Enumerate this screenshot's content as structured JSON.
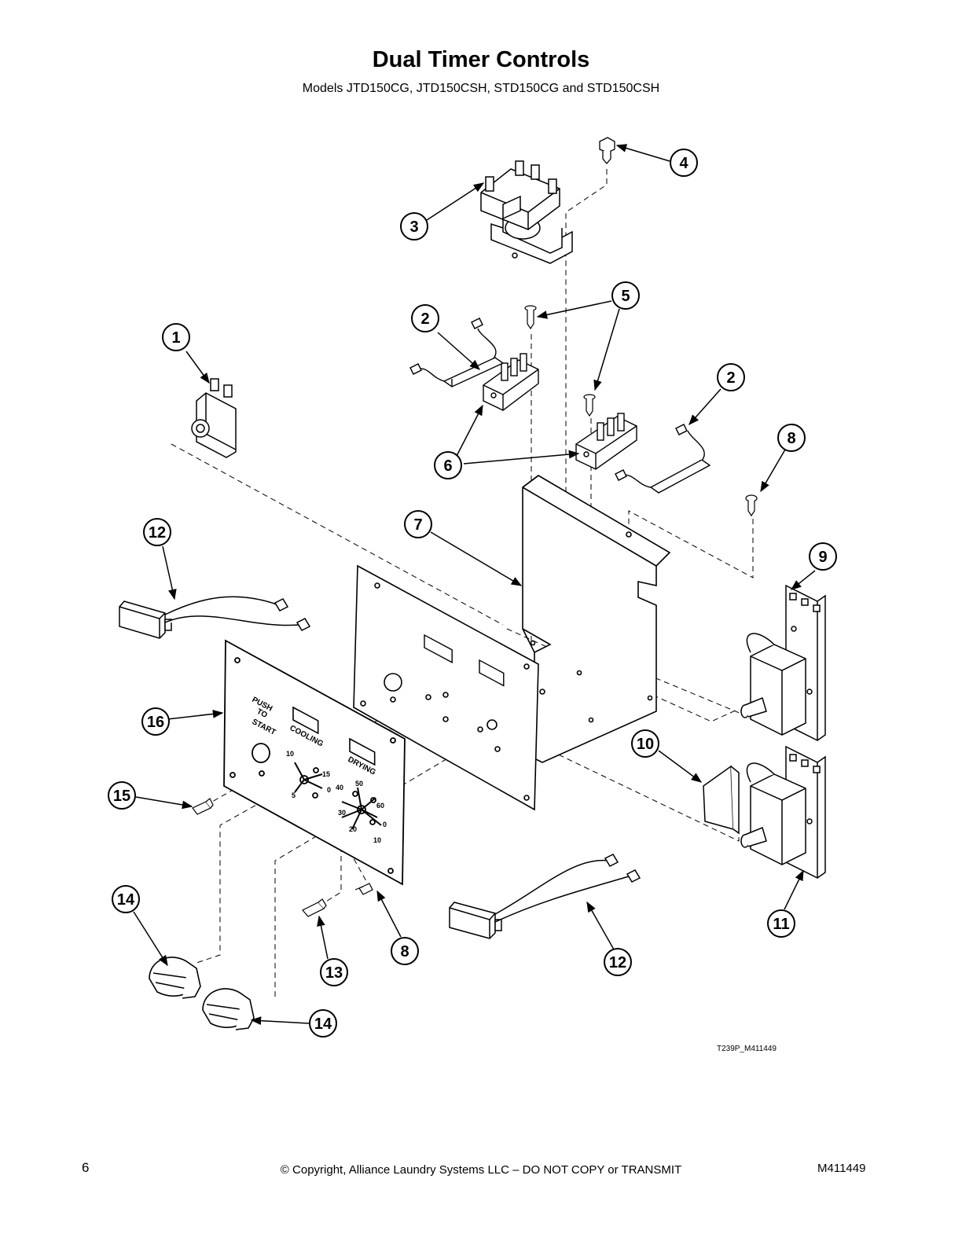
{
  "header": {
    "title": "Dual Timer Controls",
    "subtitle": "Models JTD150CG, JTD150CSH, STD150CG and STD150CSH"
  },
  "diagram": {
    "figure_code": "T239P_M411449",
    "panel_labels": {
      "push": "PUSH",
      "to": "TO",
      "start": "START",
      "cooling": "COOLING",
      "drying": "DRYING"
    },
    "cooling_dial_marks": [
      "10",
      "15",
      "5",
      "0"
    ],
    "drying_dial_marks": [
      "50",
      "60",
      "40",
      "30",
      "20",
      "10",
      "0"
    ],
    "callouts": [
      "1",
      "2",
      "3",
      "4",
      "5",
      "6",
      "7",
      "8",
      "9",
      "10",
      "11",
      "12",
      "13",
      "14",
      "15",
      "16",
      "2",
      "8",
      "12",
      "14"
    ]
  },
  "footer": {
    "page_number": "6",
    "copyright": "© Copyright, Alliance Laundry Systems LLC – DO NOT COPY or TRANSMIT",
    "doc_number": "M411449"
  }
}
